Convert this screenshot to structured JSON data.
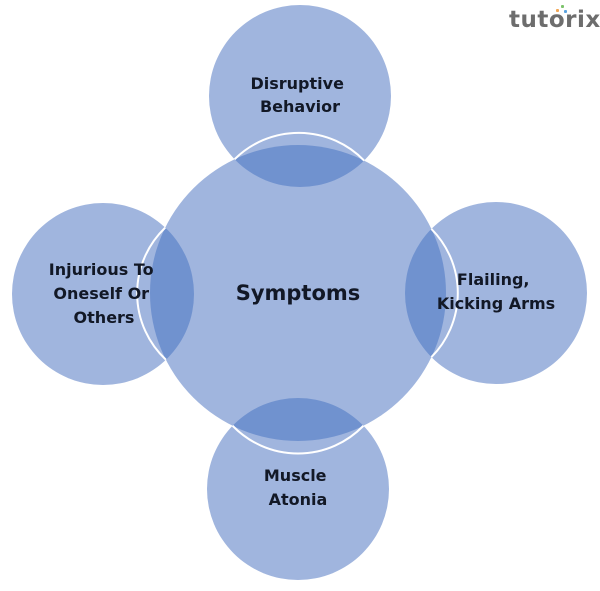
{
  "logo": {
    "text": "tutorix",
    "dot_colors": [
      "#f2a654",
      "#7cc36b",
      "#5aa3e0"
    ]
  },
  "colors": {
    "circle_fill": "#a0b5de",
    "overlap_fill": "#7092cf",
    "divider": "#ffffff",
    "text": "#121826"
  },
  "diagram": {
    "type": "radial-venn",
    "center": {
      "label_lines": [
        "Symptoms"
      ]
    },
    "satellites": [
      {
        "id": "top",
        "label_lines": [
          "Disruptive",
          "Behavior"
        ]
      },
      {
        "id": "right",
        "label_lines": [
          "Flailing,",
          "Kicking Arms"
        ]
      },
      {
        "id": "bottom",
        "label_lines": [
          "Muscle",
          "Atonia"
        ]
      },
      {
        "id": "left",
        "label_lines": [
          "Injurious To",
          "Oneself Or",
          "Others"
        ]
      }
    ]
  }
}
